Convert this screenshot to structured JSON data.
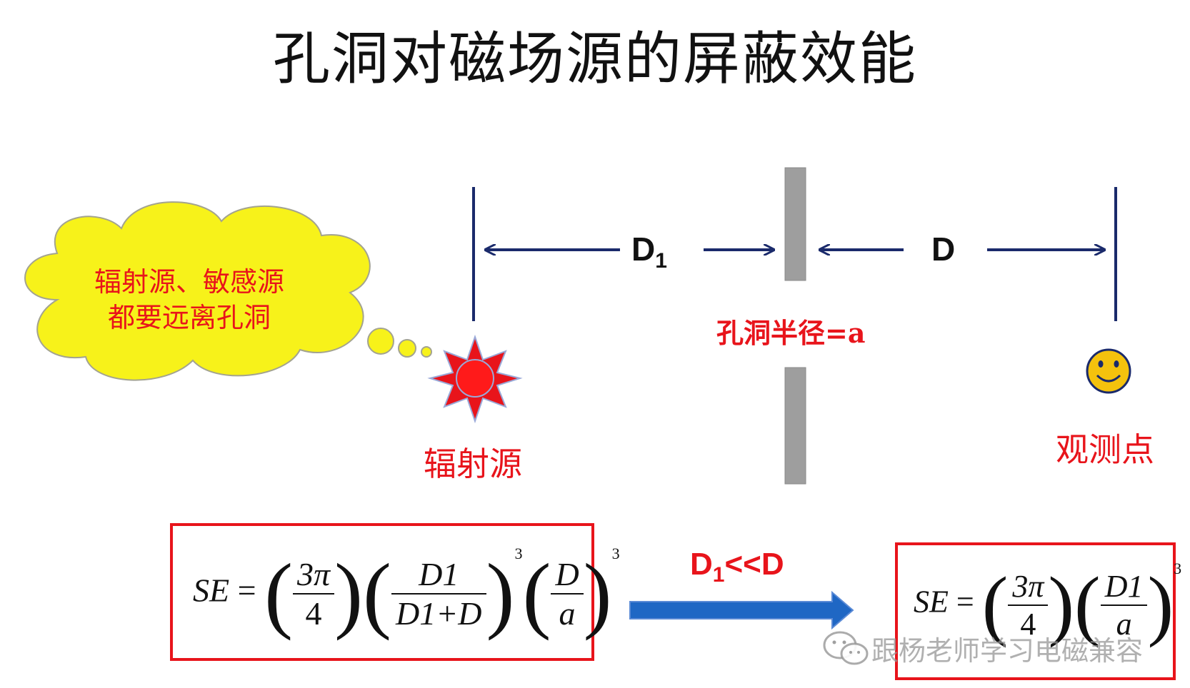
{
  "title": "孔洞对磁场源的屏蔽效能",
  "bubble_text": [
    "辐射源、敏感源",
    "都要远离孔洞"
  ],
  "labels": {
    "d1_main": "D",
    "d1_sub": "1",
    "d": "D",
    "hole_radius": "孔洞半径=a",
    "source": "辐射源",
    "observer": "观测点"
  },
  "formula_full": {
    "lhs": "SE",
    "equals": "=",
    "f1_num": "3π",
    "f1_den": "4",
    "f2_num": "D1",
    "f2_den": "D1+D",
    "f2_exp": "3",
    "f3_num": "D",
    "f3_den": "a",
    "f3_exp": "3"
  },
  "condition": {
    "main": "D",
    "sub": "1",
    "rest": "<<D"
  },
  "formula_simplified": {
    "lhs": "SE",
    "equals": "=",
    "f1_num": "3π",
    "f1_den": "4",
    "f2_num": "D1",
    "f2_den": "a",
    "f2_exp": "3"
  },
  "watermark": "跟杨老师学习电磁兼容",
  "colors": {
    "red": "#e8141b",
    "navy": "#1a2a6b",
    "bubble": "#f7f21a",
    "shield": "#9e9e9e",
    "arrow_blue": "#1f67c4"
  }
}
